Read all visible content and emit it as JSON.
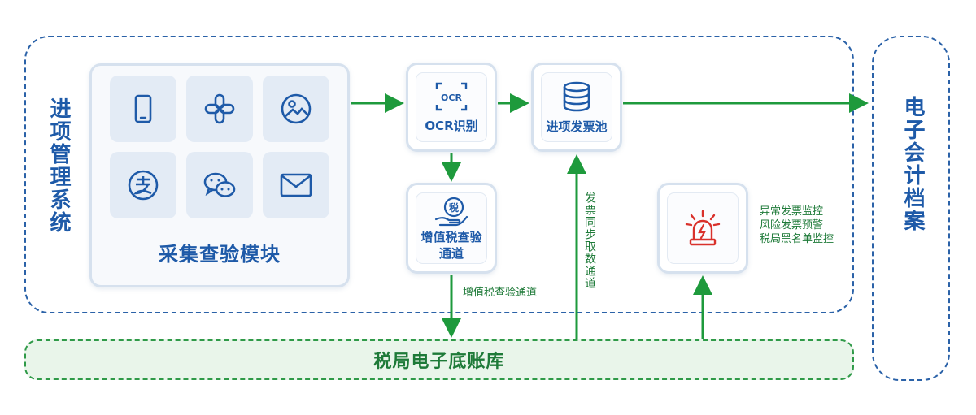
{
  "system_label": "进项管理系统",
  "archive_label": "电子会计档案",
  "ledger_label": "税局电子底账库",
  "collect_module": {
    "title": "采集查验模块",
    "icons": [
      "mobile-phone-icon",
      "pinwheel-icon",
      "image-icon",
      "alipay-icon",
      "wechat-icon",
      "mail-icon"
    ]
  },
  "ocr": {
    "icon_text": "OCR",
    "label": "OCR识别"
  },
  "pool": {
    "label": "进项发票池"
  },
  "vat_check": {
    "icon_text": "税",
    "label_line1": "增值税查验",
    "label_line2": "通道"
  },
  "vat_channel_label": "增值税查验通道",
  "sync_channel_label": "发票同步取数通道",
  "monitor": {
    "items": [
      "异常发票监控",
      "风险发票预警",
      "税局黑名单监控"
    ]
  },
  "colors": {
    "blue": "#1e5aa8",
    "green": "#1e9a3c",
    "alert_red": "#d9312b"
  }
}
